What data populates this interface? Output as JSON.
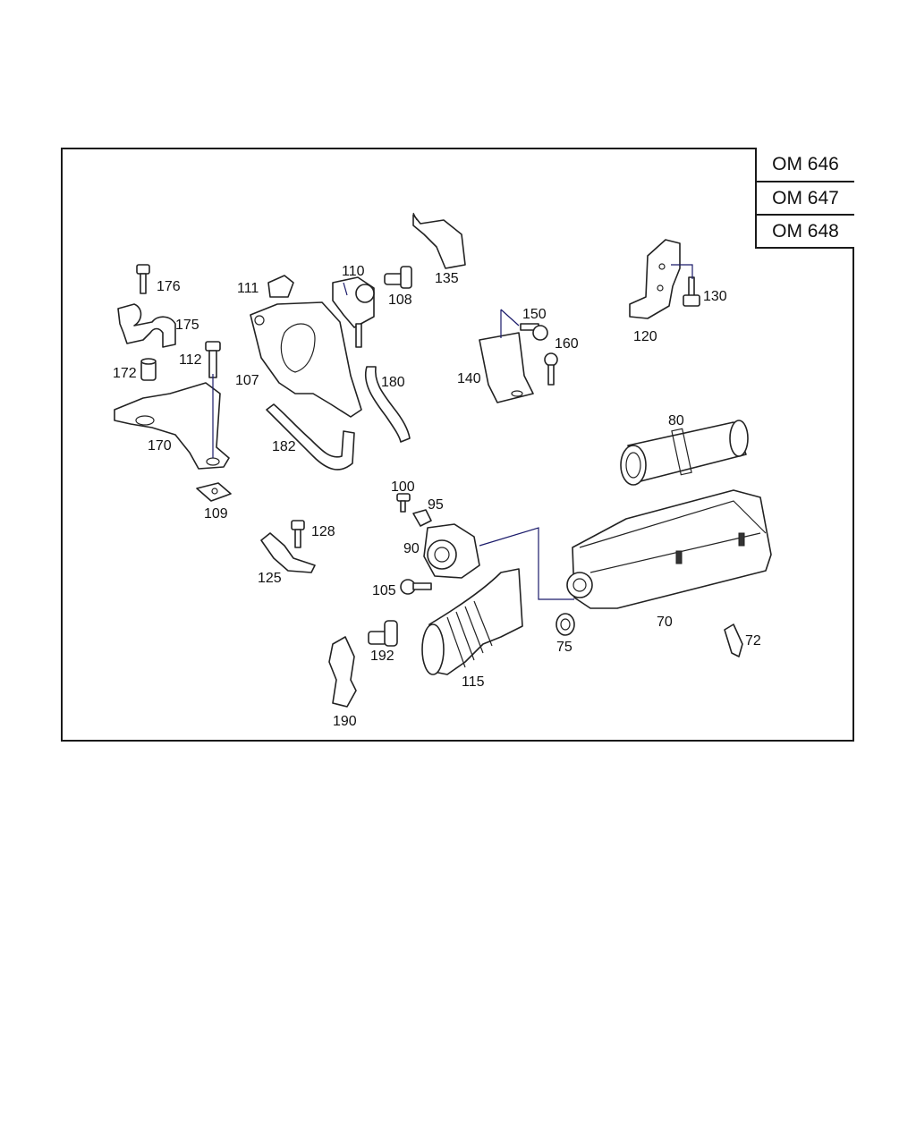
{
  "models": [
    "OM 646",
    "OM 647",
    "OM 648"
  ],
  "callouts": [
    "176",
    "175",
    "172",
    "112",
    "170",
    "109",
    "111",
    "110",
    "108",
    "135",
    "107",
    "180",
    "182",
    "150",
    "160",
    "140",
    "130",
    "120",
    "80",
    "100",
    "95",
    "90",
    "128",
    "125",
    "105",
    "192",
    "115",
    "190",
    "75",
    "70",
    "72"
  ]
}
